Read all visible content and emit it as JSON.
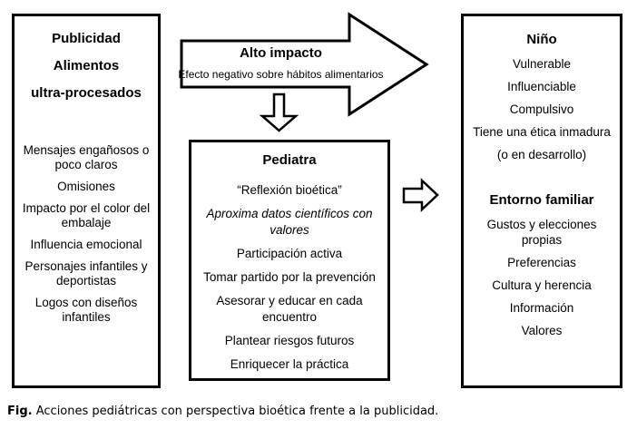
{
  "diagram": {
    "colors": {
      "line": "#000000",
      "background": "#ffffff",
      "text": "#000000"
    },
    "left_box": {
      "title_lines": [
        "Publicidad",
        "Alimentos",
        "ultra-procesados"
      ],
      "items": [
        "Mensajes engañosos o poco claros",
        "Omisiones",
        "Impacto por el color del embalaje",
        "Influencia emocional",
        "Personajes infantiles y deportistas",
        "Logos con diseños infantiles"
      ]
    },
    "impact_arrow": {
      "title": "Alto impacto",
      "subtitle": "Efecto negativo sobre hábitos alimentarios"
    },
    "pediatra_box": {
      "title": "Pediatra",
      "items": [
        {
          "text": "“Reflexión bioética”"
        },
        {
          "text": "Aproxima datos científicos con valores",
          "style": "italic"
        },
        {
          "text": "Participación activa"
        },
        {
          "text": "Tomar partido por la prevención"
        },
        {
          "text": "Asesorar y educar en cada encuentro"
        },
        {
          "text": "Plantear riesgos futuros"
        },
        {
          "text": "Enriquecer la práctica"
        }
      ]
    },
    "right_box": {
      "nino": {
        "title": "Niño",
        "items": [
          "Vulnerable",
          "Influenciable",
          "Compulsivo",
          "Tiene una ética inmadura",
          "(o en desarrollo)"
        ]
      },
      "entorno": {
        "title": "Entorno familiar",
        "items": [
          "Gustos y elecciones propias",
          "Preferencias",
          "Cultura y herencia",
          "Información",
          "Valores"
        ]
      }
    }
  },
  "caption": {
    "label": "Fig.",
    "text": "Acciones pediátricas con perspectiva bioética frente a la publicidad."
  }
}
